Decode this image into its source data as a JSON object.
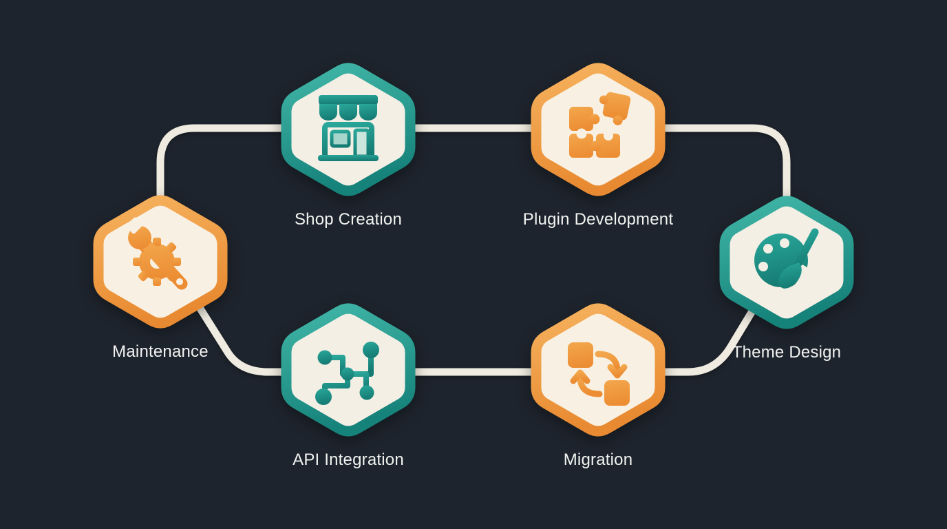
{
  "diagram": {
    "nodes": [
      {
        "id": "shop-creation",
        "label": "Shop Creation",
        "accent": "teal",
        "icon": "storefront-icon"
      },
      {
        "id": "plugin-development",
        "label": "Plugin Development",
        "accent": "orange",
        "icon": "puzzle-pieces-icon"
      },
      {
        "id": "theme-design",
        "label": "Theme Design",
        "accent": "teal",
        "icon": "palette-brush-icon"
      },
      {
        "id": "migration",
        "label": "Migration",
        "accent": "orange",
        "icon": "sync-squares-icon"
      },
      {
        "id": "api-integration",
        "label": "API Integration",
        "accent": "teal",
        "icon": "network-nodes-icon"
      },
      {
        "id": "maintenance",
        "label": "Maintenance",
        "accent": "orange",
        "icon": "wrench-gear-icon"
      }
    ],
    "connections": [
      [
        "shop-creation",
        "plugin-development"
      ],
      [
        "shop-creation",
        "maintenance"
      ],
      [
        "plugin-development",
        "theme-design"
      ],
      [
        "maintenance",
        "api-integration"
      ],
      [
        "api-integration",
        "migration"
      ],
      [
        "migration",
        "theme-design"
      ]
    ],
    "colors": {
      "background": "#1e242d",
      "teal": "#23988d",
      "orange": "#f09a42",
      "node_fill": "#f5f0e4",
      "connector": "#efebe0",
      "label": "#f2f3f1"
    }
  }
}
